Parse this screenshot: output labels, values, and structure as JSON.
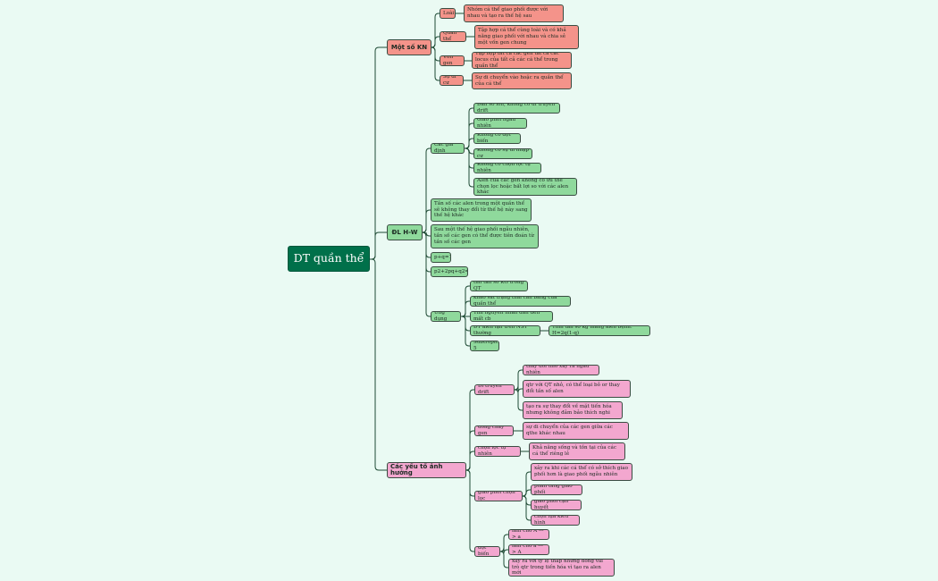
{
  "root": "DT quần thể",
  "branches": {
    "kn": {
      "label": "Một số KN",
      "items": [
        {
          "label": "Loài",
          "detail": "Nhóm cá thể giao phối được với nhau và tạo ra thế hệ sau"
        },
        {
          "label": "Quần thể",
          "detail": "Tập hợp cá thể cùng loài và có khả năng giao phối với nhau và chia sẻ một vốn gen chung"
        },
        {
          "label": "Vốn gen",
          "detail": "Tập hợp tất cả các gen tất cả các locus của tất cả các cá thể trong quần thể"
        },
        {
          "label": "Sự di cư",
          "detail": "Sự di chuyển vào hoặc ra quần thể của cá thể"
        }
      ]
    },
    "hw": {
      "label": "ĐL H-W",
      "gia_dinh": {
        "label": "Các giả định",
        "items": [
          "Dân số lớn, không có di truyền drift",
          "Giao phối ngẫu nhiên",
          "Không có đột biến",
          "Không có sự di nhập cư",
          "Không có chọn lọc tự nhiên",
          "Alen của các gen không có ưu thế chọn lọc hoặc bất lợi so với các alen khác"
        ]
      },
      "statements": [
        "Tần số các alen trong một quần thể sẽ không thay đổi từ thế hệ này sang thế hệ khác",
        "Sau một thế hệ giao phối ngẫu nhiên, tần số các gen có thể được tiên đoán từ tần số các gen",
        "p+q=1",
        "p2+2pq+q2=1"
      ],
      "ung_dung": {
        "label": "Ứng dụng",
        "items": [
          "tìm tần số KG trong QT",
          "khảo sát trạng thái cân bằng của quần thể",
          "Tìm nguyên nhân dẫn đến mất cb",
          "DT alen lặn trên NST thường",
          "Subtropic 5"
        ],
        "sub_detail": "Tính tần số kg mang alen bệnh: H=2q(1-q)"
      }
    },
    "yt": {
      "label": "Các yếu tố ảnh hưởng",
      "groups": [
        {
          "label": "Di truyền drift",
          "items": [
            "thay đổi nhỏ xảy ra ngẫu nhiên",
            "qtr với QT nhỏ, có thể loại bỏ or thay đổi tần số alen",
            "tạo ra sự thay đổi về mặt tiến hóa nhưng không  đảm bảo thích nghi"
          ]
        },
        {
          "label": "dòng chảy gen",
          "items": [
            "sự di chuyển của các gen giữa các qthe khác nhau"
          ]
        },
        {
          "label": "chọn lọc tự nhiên",
          "items": [
            "Khả năng sống và tồn tại của các cá thể riêng lẻ"
          ]
        },
        {
          "label": "giao phối chọn lọc",
          "items": [
            "xảy ra khi các cá thể có sở thích giao phối hơn là giao phối ngẫu nhiên",
            "phân tầng giao phối",
            "giao phối cận huyết",
            "chọn lựa kiểu hình"
          ]
        },
        {
          "label": "đột biến",
          "items": [
            "làm cho A ---> a",
            "làm cho a ---> A",
            "xảy ra với tỷ lệ thấp nhưng đóng vai trò qtr trong tiến hóa vì tạo ra alen mới"
          ]
        }
      ]
    }
  },
  "colors": {
    "root": "#00704a",
    "kn": "#f4938a",
    "hw": "#8fd99c",
    "yt": "#f3a7cf",
    "line": "#1e4a34",
    "background": "#eafaf3"
  }
}
